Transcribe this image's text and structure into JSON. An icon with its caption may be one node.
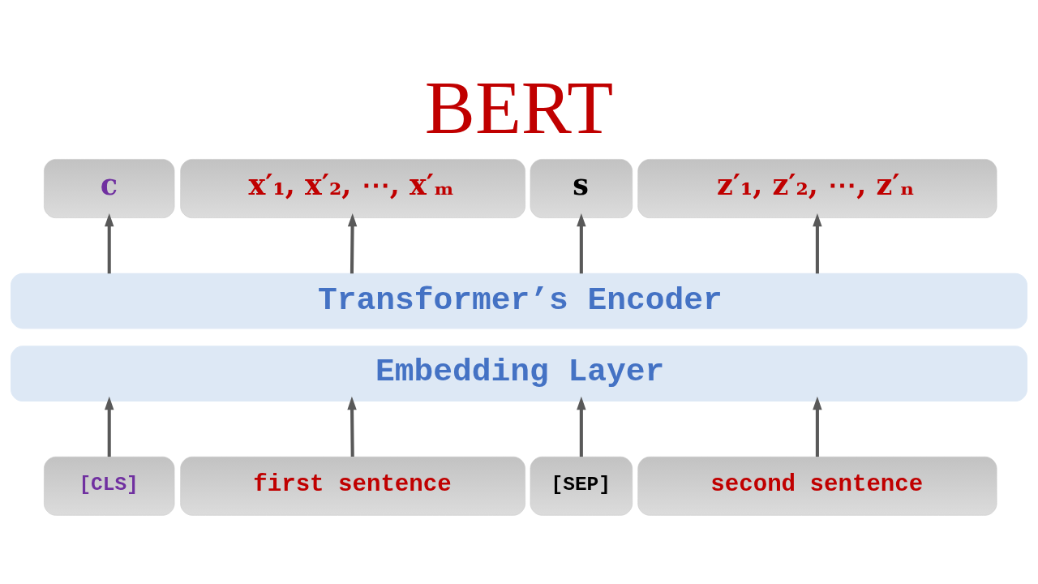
{
  "diagram": {
    "title": "BERT",
    "nodes": [
      {
        "text": [
          "c"
        ]
      },
      {
        "text": [
          "x′₁, x′₂, ⋯, x′ₘ"
        ]
      },
      {
        "text": [
          "s"
        ]
      },
      {
        "text": [
          "z′₁, z′₂, ⋯, z′ₙ"
        ]
      },
      {
        "text": [
          "Transformer’s Encoder"
        ]
      },
      {
        "text": [
          "Embedding Layer"
        ]
      },
      {
        "text": [
          "[CLS]"
        ]
      },
      {
        "text": [
          "first sentence"
        ]
      },
      {
        "text": [
          "[SEP]"
        ]
      },
      {
        "text": [
          "second sentence"
        ]
      }
    ],
    "edges": [
      {
        "from": 6,
        "to": 5,
        "arrow": "to"
      },
      {
        "from": 7,
        "to": 5,
        "arrow": "to"
      },
      {
        "from": 8,
        "to": 5,
        "arrow": "to"
      },
      {
        "from": 9,
        "to": 5,
        "arrow": "to"
      },
      {
        "from": 4,
        "to": 0,
        "arrow": "to"
      },
      {
        "from": 4,
        "to": 1,
        "arrow": "to"
      },
      {
        "from": 4,
        "to": 2,
        "arrow": "to"
      },
      {
        "from": 4,
        "to": 3,
        "arrow": "to"
      }
    ]
  }
}
